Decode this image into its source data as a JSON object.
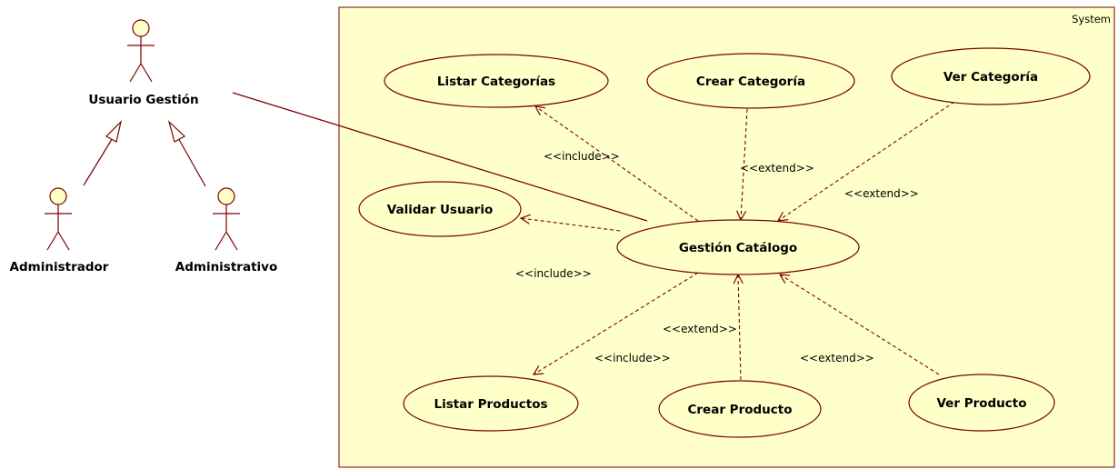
{
  "colors": {
    "stroke": "#7b0000",
    "system_fill": "#ffffcc",
    "element_fill": "#ffffc8"
  },
  "system": {
    "label": "System"
  },
  "actors": {
    "usuario_gestion": "Usuario Gestión",
    "administrador": "Administrador",
    "administrativo": "Administrativo"
  },
  "use_cases": {
    "listar_categorias": "Listar Categorías",
    "crear_categoria": "Crear Categoría",
    "ver_categoria": "Ver Categoría",
    "validar_usuario": "Validar Usuario",
    "gestion_catalogo": "Gestión Catálogo",
    "listar_productos": "Listar Productos",
    "crear_producto": "Crear Producto",
    "ver_producto": "Ver Producto"
  },
  "relationships": {
    "include_listar_categorias": "<<include>>",
    "extend_crear_categoria": "<<extend>>",
    "extend_ver_categoria": "<<extend>>",
    "include_validar_usuario": "<<include>>",
    "extend_crear_producto": "<<extend>>",
    "include_listar_productos": "<<include>>",
    "extend_ver_producto": "<<extend>>"
  }
}
